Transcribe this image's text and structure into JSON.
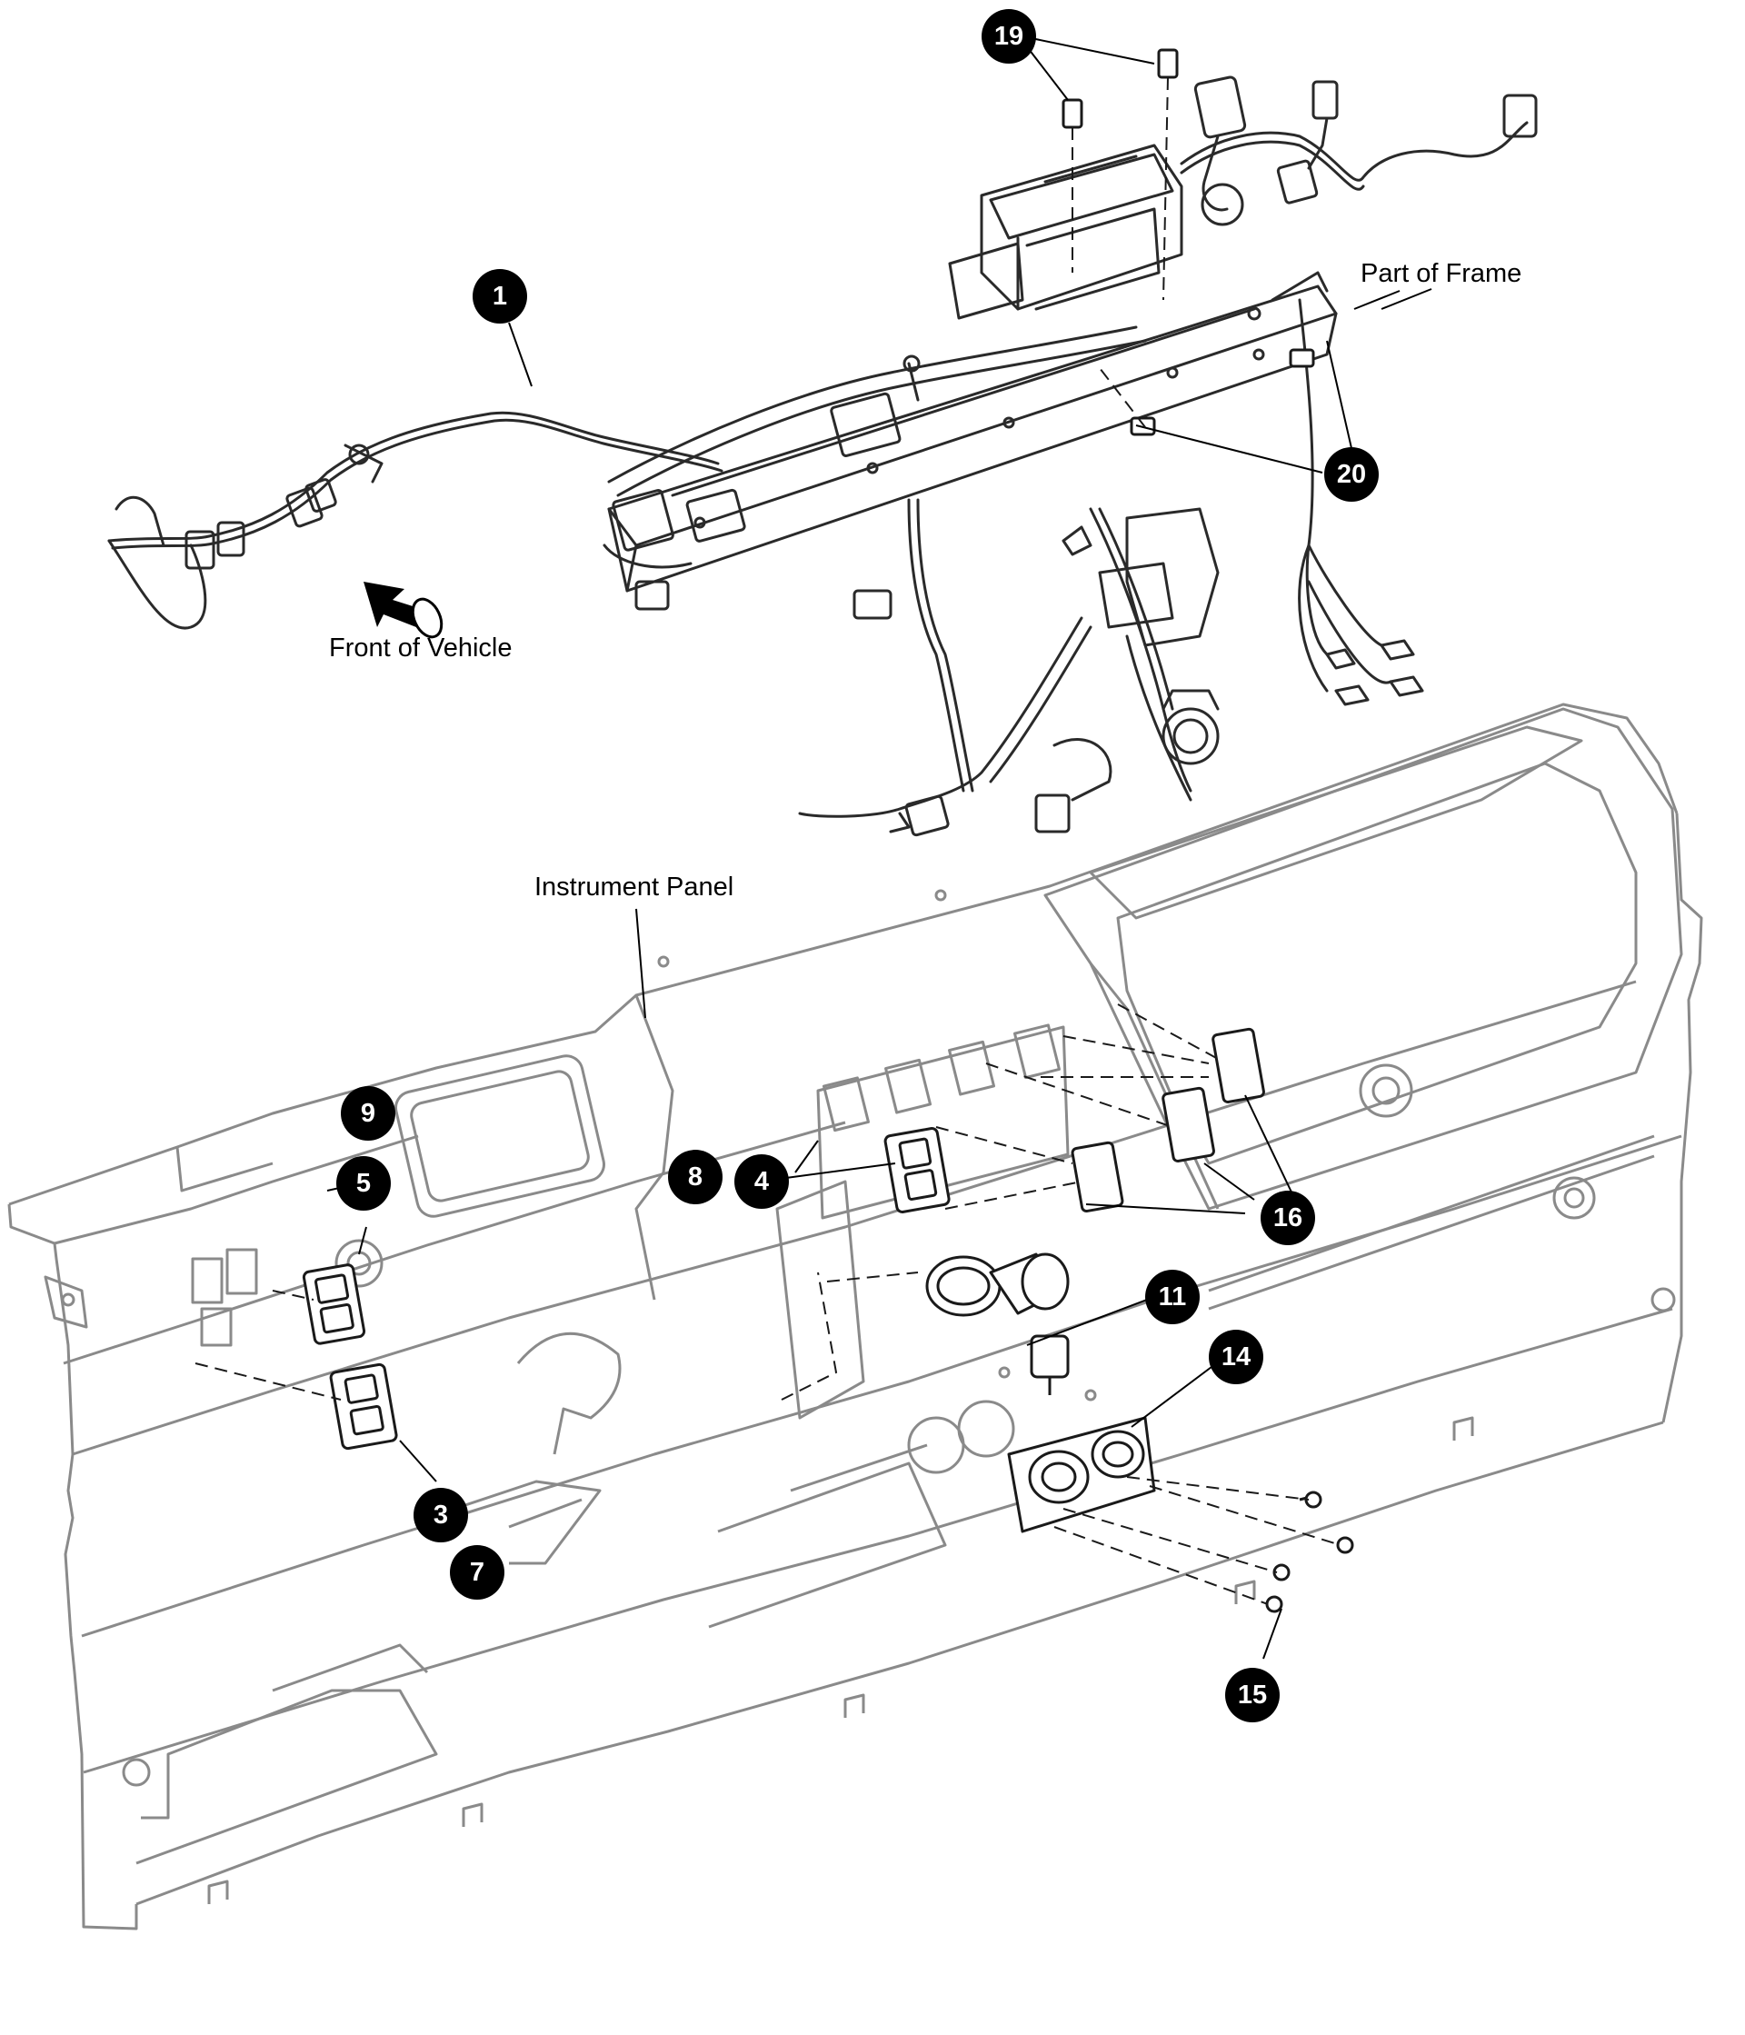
{
  "labels": {
    "front_of_vehicle": "Front of Vehicle",
    "part_of_frame": "Part of Frame",
    "instrument_panel": "Instrument Panel"
  },
  "callouts": {
    "c1": "1",
    "c3": "3",
    "c4": "4",
    "c5": "5",
    "c7": "7",
    "c8": "8",
    "c9": "9",
    "c11": "11",
    "c14": "14",
    "c15": "15",
    "c16": "16",
    "c19": "19",
    "c20": "20"
  },
  "colors": {
    "line": "#2a2a2a",
    "panel_line": "#8a8a8a",
    "callout_fill": "#000000",
    "callout_text": "#ffffff"
  }
}
